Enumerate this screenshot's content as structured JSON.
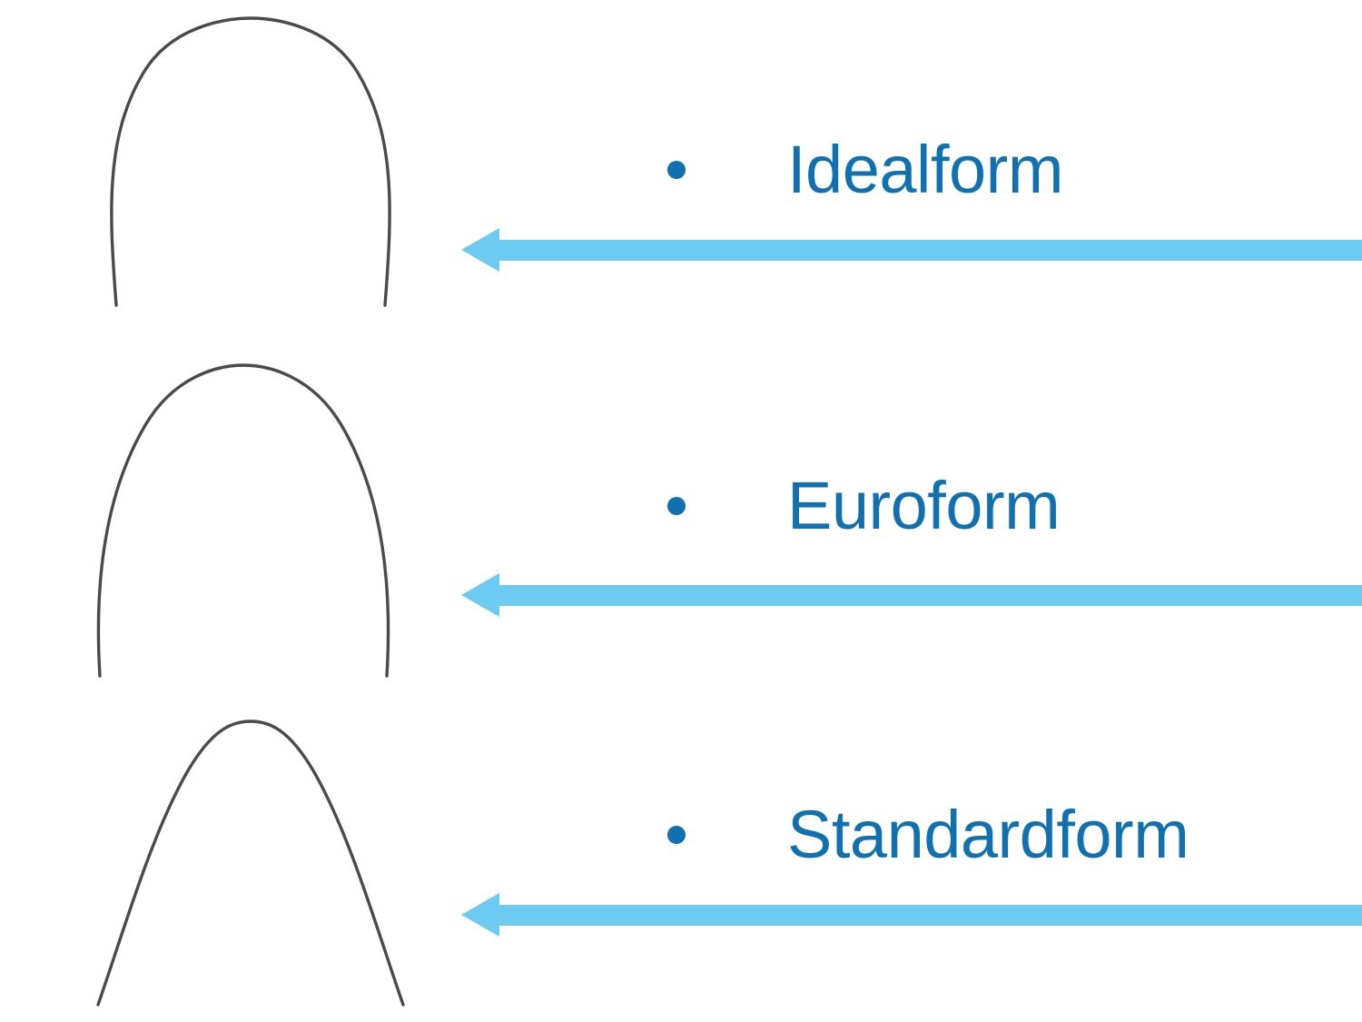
{
  "slide": {
    "background_color": "#ffffff",
    "label_color": "#1070B0",
    "arrow_color": "#6DCAF0",
    "wire_color": "#4a4a4a"
  },
  "items": [
    {
      "id": "idealform",
      "label": "Idealform",
      "bullet": "•",
      "arch_shape": "square-broad-u-arch",
      "arrow_direction": "left"
    },
    {
      "id": "euroform",
      "label": "Euroform",
      "bullet": "•",
      "arch_shape": "ovoid-rounded-arch",
      "arrow_direction": "left"
    },
    {
      "id": "standardform",
      "label": "Standardform",
      "bullet": "•",
      "arch_shape": "tapered-narrow-arch",
      "arrow_direction": "left"
    }
  ]
}
